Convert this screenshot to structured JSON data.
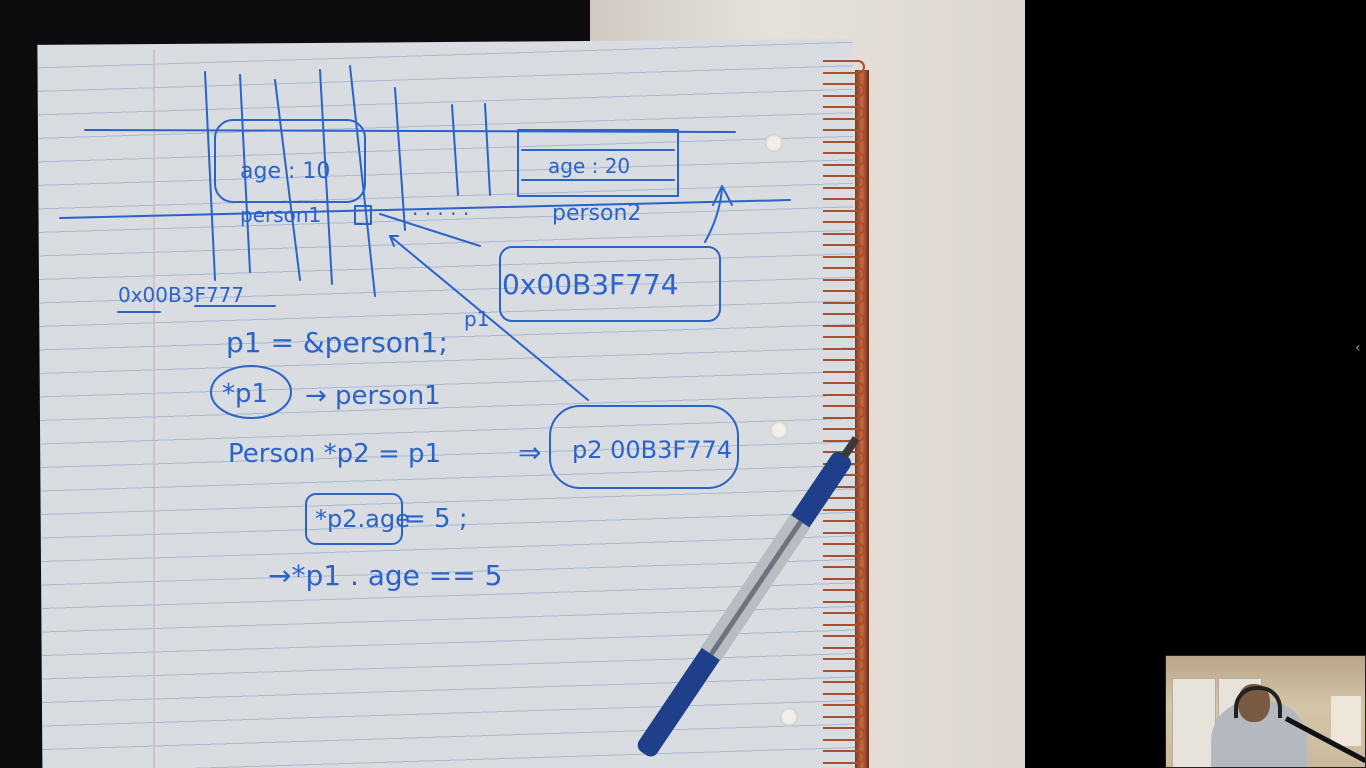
{
  "video": {
    "notes": {
      "diagram": {
        "block_left_label": "age : 10",
        "block_right_label": "age : 20",
        "caption_left": "person1",
        "caption_right": "person2",
        "dots": ". . . . .",
        "address_left": "0x00B3F777",
        "address_box": "0x00B3F774",
        "p1_tag": "p1"
      },
      "lines": [
        "p1 = &person1;",
        "*p1",
        "→ person1",
        "Person *p2 = p1",
        "⇒",
        "p2 00B3F774",
        "*p2.age",
        "= 5 ;",
        "→*p1 . age == 5"
      ]
    },
    "colors": {
      "ink": "#2b63c9",
      "paper": "#d9dce1",
      "spiral": "#a8502e"
    }
  },
  "ui": {
    "collapse_icon": "‹"
  },
  "webcam": {
    "icon": "webcam-thumbnail"
  }
}
